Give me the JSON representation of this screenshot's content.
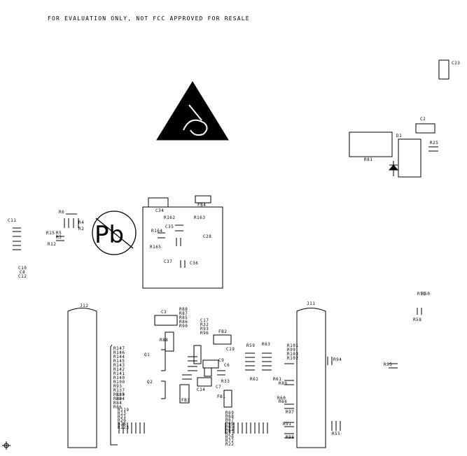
{
  "header": {
    "notice": "FOR EVALUATION ONLY, NOT FCC APPROVED FOR RESALE"
  },
  "connectors": {
    "j12": "J12",
    "j11": "J11"
  },
  "references": {
    "c23": "C23",
    "c2": "C2",
    "d1": "D1",
    "r81": "R81",
    "r25": "R25",
    "c11": "C11",
    "c10": "C10",
    "c8": "C8",
    "c12": "C12",
    "r6": "R6",
    "r4": "R4",
    "r2": "R2",
    "r15": "R15",
    "r5": "R5",
    "r3": "R3",
    "r12": "R12",
    "c34": "C34",
    "fb4": "FB4",
    "r162": "R162",
    "r163": "R163",
    "c35": "C35",
    "r164": "R164",
    "c28": "C28",
    "r165": "R165",
    "c37": "C37",
    "c36": "C36",
    "r51": "R51",
    "r50": "R50",
    "r58": "R58",
    "r55": "R55",
    "c3": "C3",
    "q1": "Q1",
    "q2": "Q2",
    "fb3": "FB3",
    "c14": "C14",
    "c7": "C7",
    "fb1": "FB1",
    "fb2": "FB2",
    "c19": "C19",
    "c9": "C9",
    "c6": "C6",
    "r63": "R63",
    "r59": "R59",
    "r62": "R62",
    "r61": "R61",
    "r60": "R60",
    "r66": "R66",
    "r97": "R97",
    "r91": "R91",
    "r98": "R98",
    "r94": "R94",
    "r95": "R95",
    "r33": "R33",
    "r88": "R88",
    "r89": "R89",
    "r83": "R83",
    "r84": "R84"
  },
  "stacks": {
    "left_column": "R147\nR146\nR144\nR145\nR143\nR142\nR141\nR140\nR100\nR93\nR137\nR139\nR99\nR84\nR86",
    "bottom_left": "R119\nR13\nR21\nR20\nR18\nR123",
    "center_top": "R88\nR87\nR85\nR86\nR90",
    "center_right": "C17\nR32\nR93\nR96",
    "bottom_mid": "R69\nR68\nR67\nR66\nR65\nR64\nR71\nR70\nR72\nR22",
    "right_mid": "R101\nR99\nR103\nR102"
  },
  "symbols": {
    "esd": "ESD warning triangle",
    "pb": "Pb-free mark"
  }
}
